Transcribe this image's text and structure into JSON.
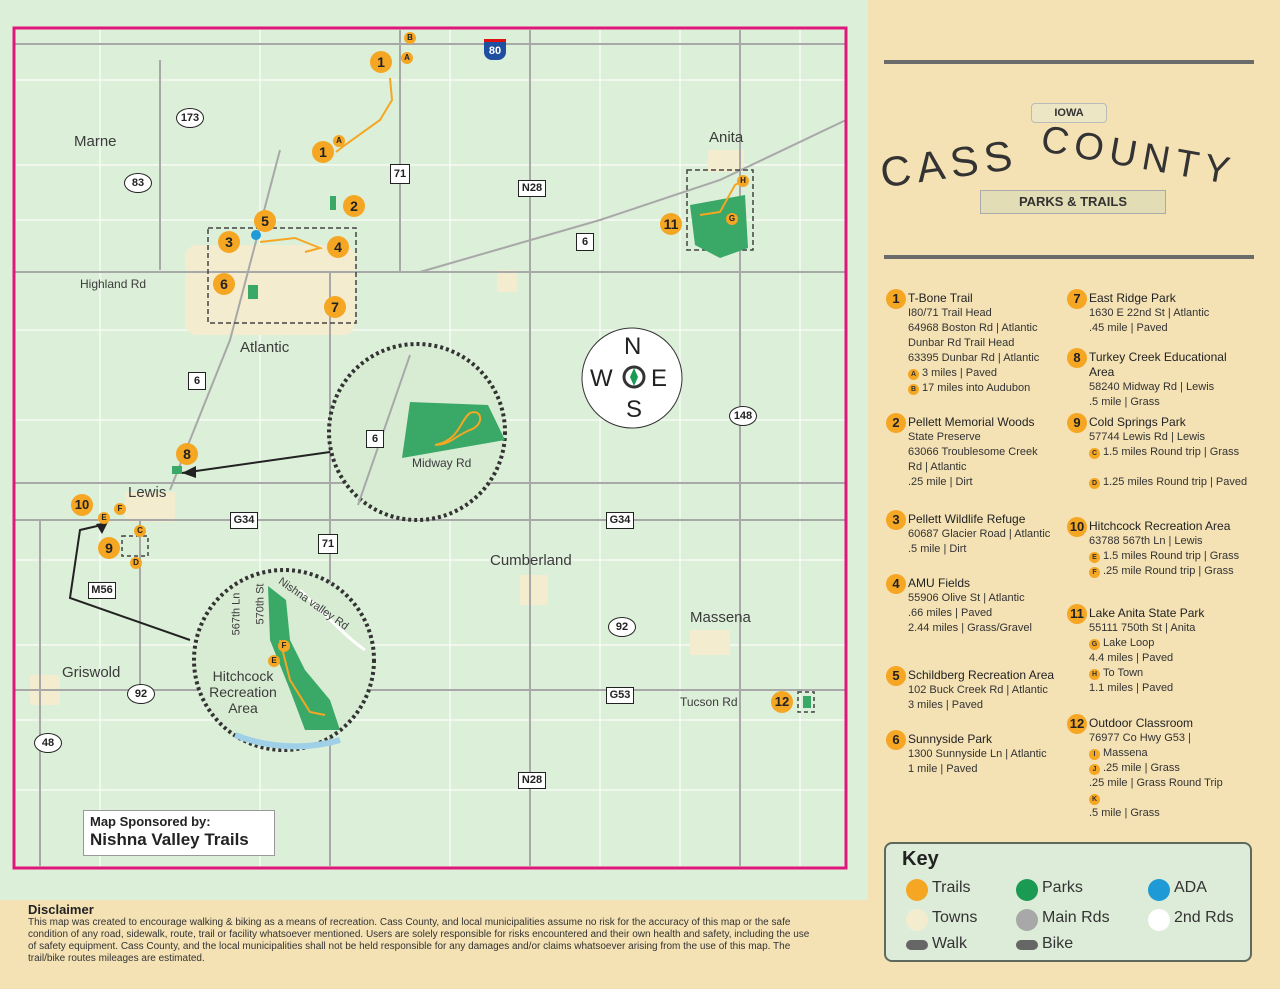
{
  "map": {
    "towns": [
      "Marne",
      "Anita",
      "Atlantic",
      "Lewis",
      "Cumberland",
      "Massena",
      "Griswold"
    ],
    "roads": [
      "Highland Rd",
      "Midway Rd",
      "Tucson Rd",
      "G34",
      "G34",
      "M56",
      "G53",
      "N28",
      "N28",
      "Nishna valley Rd",
      "567th Ln",
      "570th St"
    ],
    "shields": [
      "80",
      "173",
      "83",
      "71",
      "6",
      "6",
      "148",
      "71",
      "92",
      "92",
      "48",
      "6"
    ],
    "markers": [
      "1",
      "1",
      "2",
      "3",
      "4",
      "5",
      "6",
      "7",
      "8",
      "9",
      "10",
      "11",
      "12"
    ],
    "sub_markers": [
      "A",
      "B",
      "A",
      "H",
      "G",
      "E",
      "F",
      "C",
      "D",
      "F",
      "E"
    ],
    "compass": {
      "n": "N",
      "s": "S",
      "e": "E",
      "w": "W"
    },
    "inset_hitchcock": "Hitchcock Recreation Area",
    "sponsor": {
      "line1": "Map Sponsored by:",
      "line2": "Nishna Valley Trails"
    }
  },
  "disclaimer": {
    "title": "Disclaimer",
    "body": "This map was created to encourage walking & biking as a means of recreation. Cass County, and local municipalities assume no risk for the accuracy of this map or the safe condition of any road, sidewalk, route, trail or facility whatsoever mentioned. Users are solely responsible for risks encountered and their own health and safety, including the use of safety equipment. Cass County, and the local municipalities shall not be held responsible for any damages and/or claims whatsoever arising from the use of this map. The trail/bike routes mileages are estimated."
  },
  "title": {
    "state": "IOWA",
    "line1": "CASS",
    "line2": "COUNTY",
    "subtitle": "PARKS & TRAILS"
  },
  "entries": [
    {
      "num": "1",
      "lines": [
        "T-Bone Trail",
        "I80/71 Trail Head",
        "64968 Boston Rd | Atlantic",
        "Dunbar Rd Trail Head",
        "63395 Dunbar Rd | Atlantic",
        "3 miles | Paved",
        "17 miles into Audubon"
      ],
      "subs": {
        "5": "A",
        "6": "B"
      }
    },
    {
      "num": "2",
      "lines": [
        "Pellett Memorial Woods",
        "State Preserve",
        "63066 Troublesome Creek",
        "Rd | Atlantic",
        ".25 mile | Dirt"
      ]
    },
    {
      "num": "3",
      "lines": [
        "Pellett Wildlife Refuge",
        "60687 Glacier Road | Atlantic",
        ".5 mile | Dirt"
      ]
    },
    {
      "num": "4",
      "lines": [
        "AMU Fields",
        "55906 Olive St | Atlantic",
        ".66 miles | Paved",
        "2.44 miles | Grass/Gravel"
      ]
    },
    {
      "num": "5",
      "lines": [
        "Schildberg Recreation Area",
        "102 Buck Creek Rd | Atlantic",
        "3 miles | Paved"
      ]
    },
    {
      "num": "6",
      "lines": [
        "Sunnyside Park",
        "1300 Sunnyside Ln | Atlantic",
        "1 mile | Paved"
      ]
    },
    {
      "num": "7",
      "lines": [
        "East Ridge Park",
        "1630 E 22nd St  | Atlantic",
        ".45 mile | Paved"
      ]
    },
    {
      "num": "8",
      "lines": [
        "Turkey Creek Educational Area",
        "58240 Midway Rd | Lewis",
        ".5 mile | Grass"
      ]
    },
    {
      "num": "9",
      "lines": [
        "Cold Springs Park",
        "57744 Lewis Rd | Lewis",
        "1.5 miles Round trip | Grass",
        "",
        "1.25 miles Round trip | Paved"
      ],
      "subs": {
        "2": "C",
        "4": "D"
      }
    },
    {
      "num": "10",
      "lines": [
        "Hitchcock Recreation Area",
        "63788 567th Ln | Lewis",
        "1.5 miles Round trip | Grass",
        ".25 mile Round trip | Grass"
      ],
      "subs": {
        "2": "E",
        "3": "F"
      }
    },
    {
      "num": "11",
      "lines": [
        "Lake Anita State Park",
        "55111 750th St | Anita",
        "Lake Loop",
        "4.4 miles | Paved",
        "To Town",
        "1.1 miles | Paved"
      ],
      "subs": {
        "2": "G",
        "4": "H"
      }
    },
    {
      "num": "12",
      "lines": [
        "Outdoor Classroom",
        "76977 Co Hwy G53 |",
        "Massena",
        ".25 mile | Grass",
        ".25 mile | Grass Round Trip",
        "",
        ".5 mile | Grass"
      ],
      "subs": {
        "2": "I",
        "3": "J",
        "5": "K"
      }
    }
  ],
  "key": {
    "title": "Key",
    "items": [
      {
        "label": "Trails",
        "color": "#f5a623"
      },
      {
        "label": "Parks",
        "color": "#1b9a53"
      },
      {
        "label": "ADA",
        "color": "#1e9ad6"
      },
      {
        "label": "Towns",
        "color": "#f4eccf"
      },
      {
        "label": "Main Rds",
        "color": "#a8a8a8"
      },
      {
        "label": "2nd Rds",
        "color": "#ffffff"
      },
      {
        "label": "Walk",
        "color": "#666666"
      },
      {
        "label": "Bike",
        "color": "#666666"
      }
    ]
  },
  "colors": {
    "border": "#e0177a",
    "park": "#3aa866",
    "trail": "#f5a623",
    "water": "#9fd0e8"
  }
}
